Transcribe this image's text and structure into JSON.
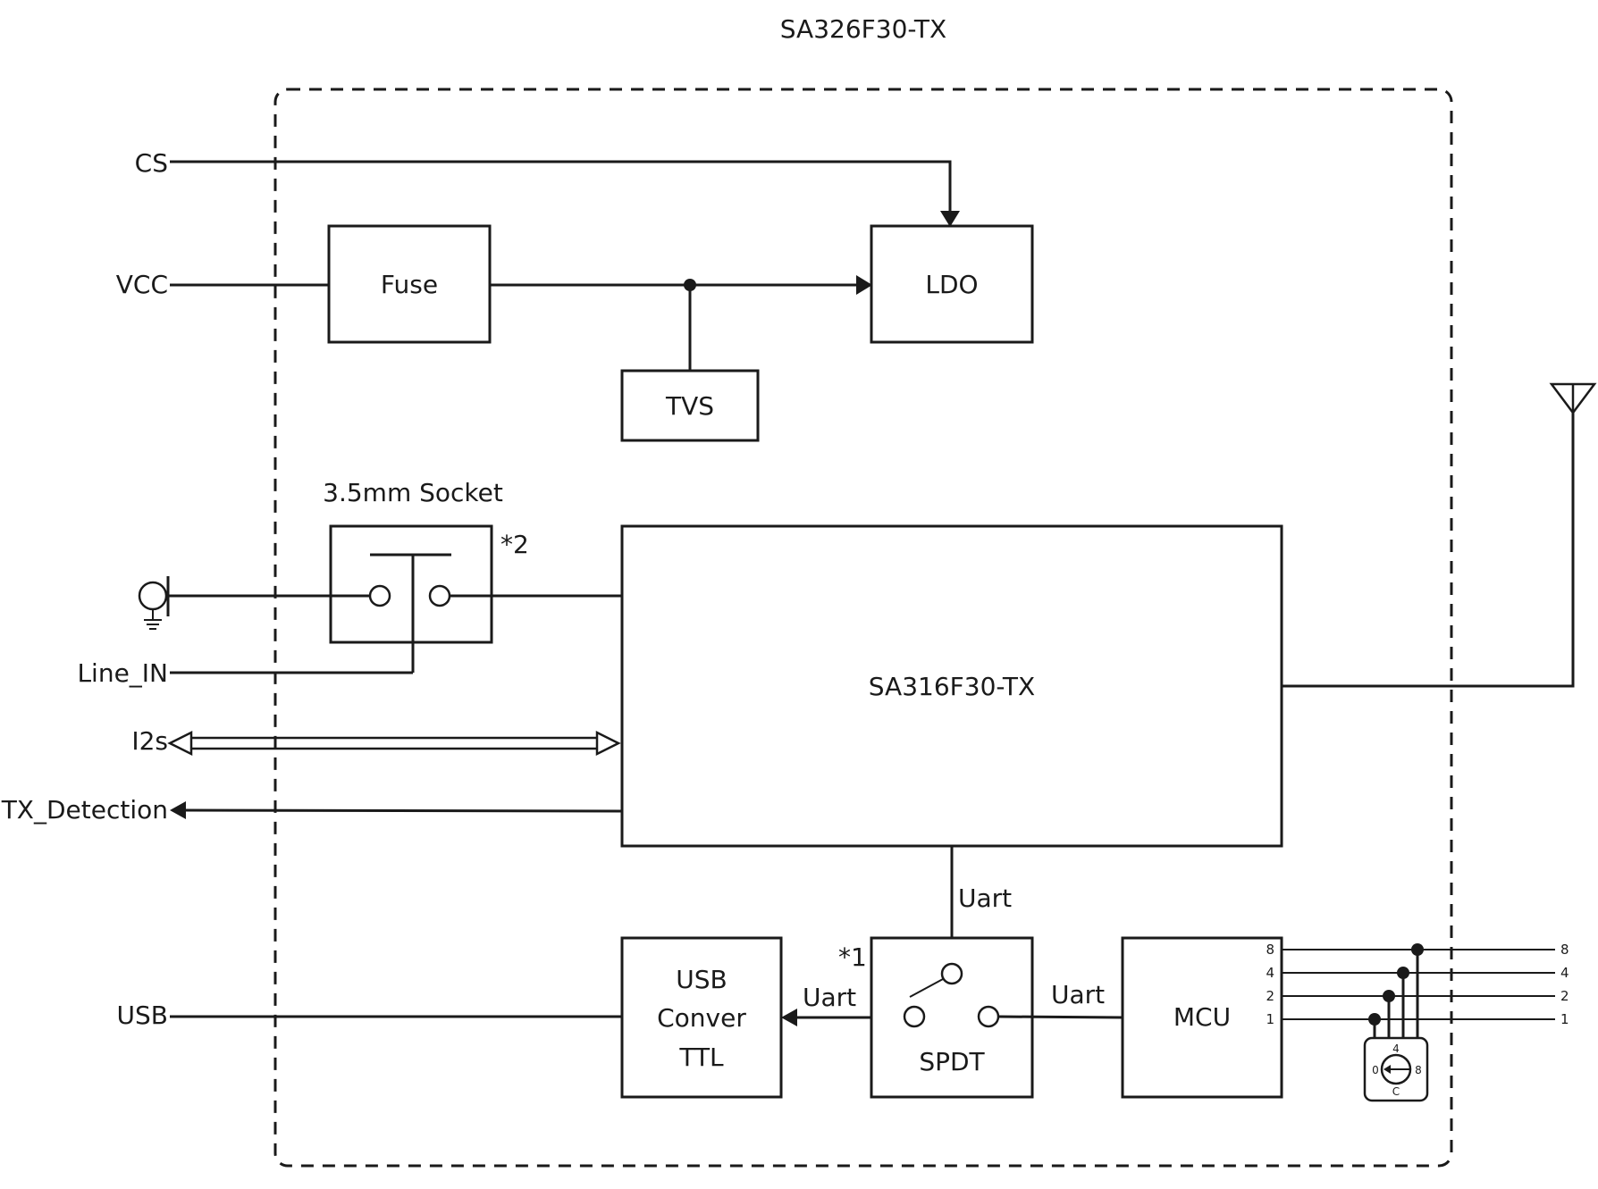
{
  "title": "SA326F30-TX",
  "signals": {
    "cs": "CS",
    "vcc": "VCC",
    "line_in": "Line_IN",
    "i2s": "I2s",
    "tx_detection": "TX_Detection",
    "usb": "USB"
  },
  "blocks": {
    "fuse": "Fuse",
    "ldo": "LDO",
    "tvs": "TVS",
    "socket": "3.5mm Socket",
    "main_chip": "SA316F30-TX",
    "usb_conv_line1": "USB",
    "usb_conv_line2": "Conver",
    "usb_conv_line3": "TTL",
    "spdt": "SPDT",
    "mcu": "MCU"
  },
  "notes": {
    "note1": "*1",
    "note2": "*2"
  },
  "uart_labels": {
    "main_to_spdt": "Uart",
    "usb_to_spdt": "Uart",
    "spdt_to_mcu": "Uart"
  },
  "mcu_pins": [
    "8",
    "4",
    "2",
    "1"
  ],
  "right_pins": [
    "8",
    "4",
    "2",
    "1"
  ],
  "rotary_switch": {
    "top": "4",
    "left": "0",
    "right": "8",
    "bottom": "C"
  },
  "icons": {
    "antenna": "antenna-icon",
    "audio_jack": "audio-jack-icon",
    "ground": "ground-icon",
    "rotary_switch": "rotary-switch-icon"
  }
}
